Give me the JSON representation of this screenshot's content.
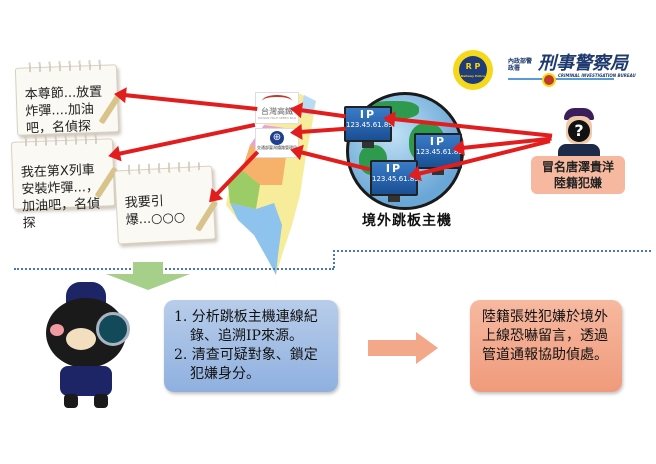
{
  "notes": [
    {
      "text": "本尊節...放置炸彈....加油吧，名偵探"
    },
    {
      "text": "我在第X列車安裝炸彈...，加油吧，名偵探"
    },
    {
      "text": "我要引爆...○○○"
    }
  ],
  "map": {
    "logo_thsr": "台灣高鐵",
    "logo_thsr_sub": "TAIWAN HIGH SPEED RAIL",
    "logo_tra": "交通部臺灣鐵路管理局"
  },
  "servers": {
    "monitors": [
      {
        "label": "IP",
        "address": "123.45.61.89"
      },
      {
        "label": "IP",
        "address": "123.45.61.89"
      },
      {
        "label": "IP",
        "address": "123.45.61.89"
      }
    ],
    "caption": "境外跳板主機"
  },
  "logos": {
    "railway_police_initials": "R P",
    "railway_police_text": "Railway Police",
    "cib_small": "內政部警政署",
    "cib_title": "刑事警察局",
    "cib_english": "CRIMINAL INVESTIGATION BUREAU"
  },
  "suspect": {
    "face_symbol": "?",
    "label_line1": "冒名唐澤貴洋",
    "label_line2": "陸籍犯嫌"
  },
  "steps": {
    "investigation": [
      "1. 分析跳板主機連線紀錄、追溯IP來源。",
      "2. 清查可疑對象、鎖定犯嫌身分。"
    ],
    "result": "陸籍張姓犯嫌於境外上線恐嚇留言，透過管道通報協助偵處。"
  },
  "colors": {
    "arrow_red": "#e21d1d",
    "box_blue": "#9fbbe3",
    "box_orange": "#f3a88a",
    "down_arrow_green": "#a6cf8a",
    "right_arrow_orange": "#f3a88a",
    "divider_blue": "#4a78b0"
  }
}
